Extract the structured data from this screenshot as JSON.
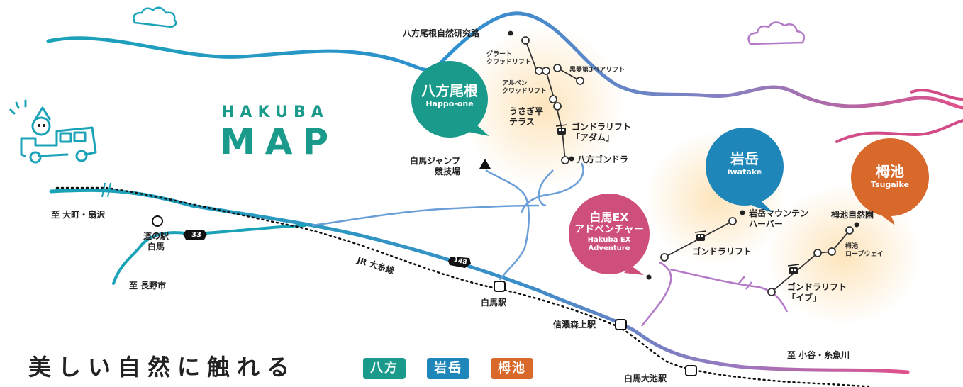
{
  "title": {
    "line1": "HAKUBA",
    "line2": "MAP"
  },
  "tagline": "美しい自然に触れる",
  "chips": [
    {
      "label": "八方",
      "color": "#1a9a8a"
    },
    {
      "label": "岩岳",
      "color": "#1e86b8"
    },
    {
      "label": "栂池",
      "color": "#d8692a"
    }
  ],
  "areas": {
    "happo": {
      "name": "八方尾根",
      "roman": "Happo-one",
      "color": "#1a9a8a"
    },
    "iwatake": {
      "name": "岩岳",
      "roman": "iwatake",
      "color": "#1e86b8"
    },
    "tsugaike": {
      "name": "栂池",
      "roman": "Tsugaike",
      "color": "#d8692a"
    },
    "hakubaex": {
      "name1": "白馬EX",
      "name2": "アドベンチャー",
      "roman1": "Hakuba EX",
      "roman2": "Adventure",
      "color": "#cf4f7c"
    }
  },
  "places": {
    "happo_nature_path": "八方尾根自然研究路",
    "grat_quad": "グラート\nクワッドリフト",
    "kurobishi": "黒菱第3ペアリフト",
    "alpen_quad": "アルペン\nクワッドリフト",
    "usagidaira": "うさぎ平\nテラス",
    "gondola_adam": "ゴンドラリフト\n「アダム」",
    "happo_gondola": "八方ゴンドラ",
    "jump_stadium": "白馬ジャンプ\n競技場",
    "iwatake_mountain_harbor": "岩岳マウンテン\nハーバー",
    "gondola_iwatake": "ゴンドラリフト",
    "tsugaike_nature_park": "栂池自然園",
    "tsugaike_ropeway": "栂池\nロープウェイ",
    "gondola_eve": "ゴンドラリフト\n「イブ」",
    "to_omachi": "至 大町・扇沢",
    "michi_no_eki": "道の駅\n白馬",
    "route_33": "33",
    "to_nagano": "至 長野市",
    "jr_line": "JR 大糸線",
    "route_148": "148",
    "hakuba_station": "白馬駅",
    "shinano_moriue": "信濃森上駅",
    "hakuba_oike": "白馬大池駅",
    "to_otari": "至 小谷・糸魚川"
  }
}
